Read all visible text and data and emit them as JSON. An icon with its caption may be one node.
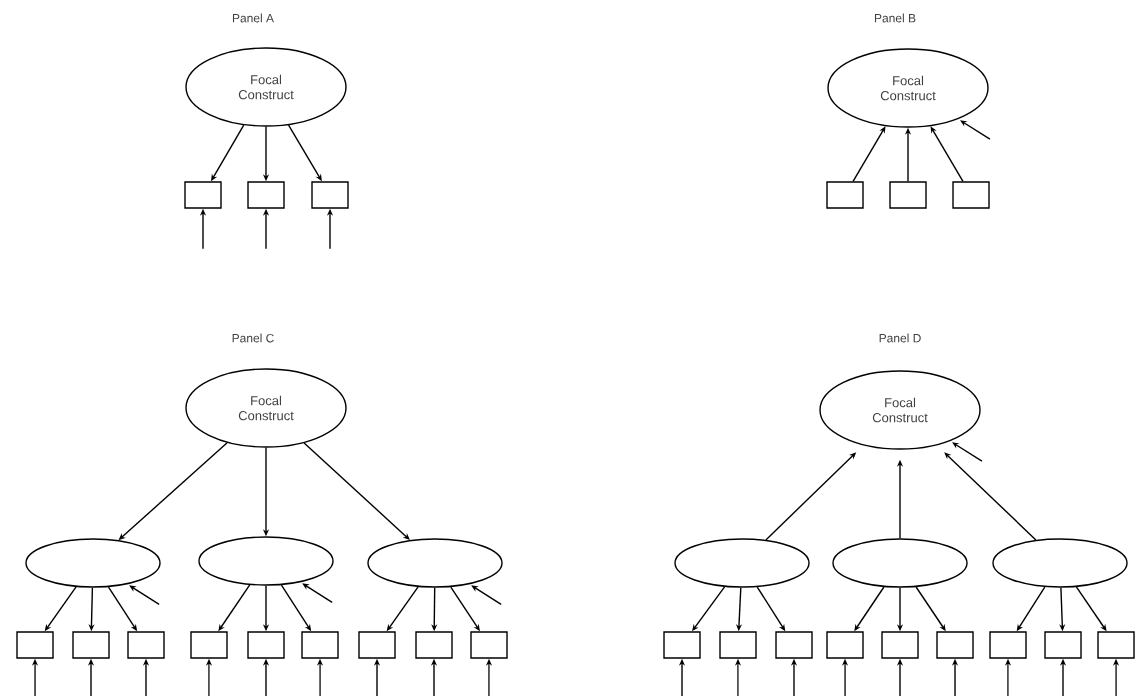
{
  "diagram": {
    "nodes": [
      {
        "text": [
          "Focal Construct"
        ]
      },
      {
        "text": [],
        "shape": "box"
      },
      {
        "text": [],
        "shape": "box"
      },
      {
        "text": [],
        "shape": "box"
      },
      {
        "text": [
          "Focal Construct"
        ]
      },
      {
        "text": [],
        "shape": "box"
      },
      {
        "text": [],
        "shape": "box"
      },
      {
        "text": [],
        "shape": "box"
      },
      {
        "text": [
          "Focal Construct"
        ]
      },
      {
        "text": [],
        "shape": "ellipse"
      },
      {
        "text": [],
        "shape": "ellipse"
      },
      {
        "text": [],
        "shape": "ellipse"
      },
      {
        "text": [],
        "shape": "box"
      },
      {
        "text": [],
        "shape": "box"
      },
      {
        "text": [],
        "shape": "box"
      },
      {
        "text": [],
        "shape": "box"
      },
      {
        "text": [],
        "shape": "box"
      },
      {
        "text": [],
        "shape": "box"
      },
      {
        "text": [],
        "shape": "box"
      },
      {
        "text": [],
        "shape": "box"
      },
      {
        "text": [],
        "shape": "box"
      },
      {
        "text": [
          "Focal Construct"
        ]
      },
      {
        "text": [],
        "shape": "ellipse"
      },
      {
        "text": [],
        "shape": "ellipse"
      },
      {
        "text": [],
        "shape": "ellipse"
      },
      {
        "text": [],
        "shape": "box"
      },
      {
        "text": [],
        "shape": "box"
      },
      {
        "text": [],
        "shape": "box"
      },
      {
        "text": [],
        "shape": "box"
      },
      {
        "text": [],
        "shape": "box"
      },
      {
        "text": [],
        "shape": "box"
      },
      {
        "text": [],
        "shape": "box"
      },
      {
        "text": [],
        "shape": "box"
      },
      {
        "text": [],
        "shape": "box"
      }
    ],
    "edges": [
      {
        "from": 0,
        "to": 1,
        "arrow": "to"
      },
      {
        "from": 0,
        "to": 2,
        "arrow": "to"
      },
      {
        "from": 0,
        "to": 3,
        "arrow": "to"
      },
      {
        "from": null,
        "to": 1,
        "arrow": "to"
      },
      {
        "from": null,
        "to": 2,
        "arrow": "to"
      },
      {
        "from": null,
        "to": 3,
        "arrow": "to"
      },
      {
        "from": 5,
        "to": 4,
        "arrow": "to"
      },
      {
        "from": 6,
        "to": 4,
        "arrow": "to"
      },
      {
        "from": 7,
        "to": 4,
        "arrow": "to"
      },
      {
        "from": null,
        "to": 4,
        "arrow": "to"
      },
      {
        "from": 8,
        "to": 9,
        "arrow": "to"
      },
      {
        "from": 8,
        "to": 10,
        "arrow": "to"
      },
      {
        "from": 8,
        "to": 11,
        "arrow": "to"
      },
      {
        "from": null,
        "to": 9,
        "arrow": "to"
      },
      {
        "from": null,
        "to": 10,
        "arrow": "to"
      },
      {
        "from": null,
        "to": 11,
        "arrow": "to"
      },
      {
        "from": 9,
        "to": 12,
        "arrow": "to"
      },
      {
        "from": 9,
        "to": 13,
        "arrow": "to"
      },
      {
        "from": 9,
        "to": 14,
        "arrow": "to"
      },
      {
        "from": 10,
        "to": 15,
        "arrow": "to"
      },
      {
        "from": 10,
        "to": 16,
        "arrow": "to"
      },
      {
        "from": 10,
        "to": 17,
        "arrow": "to"
      },
      {
        "from": 11,
        "to": 18,
        "arrow": "to"
      },
      {
        "from": 11,
        "to": 19,
        "arrow": "to"
      },
      {
        "from": 11,
        "to": 20,
        "arrow": "to"
      },
      {
        "from": null,
        "to": 12,
        "arrow": "to"
      },
      {
        "from": null,
        "to": 13,
        "arrow": "to"
      },
      {
        "from": null,
        "to": 14,
        "arrow": "to"
      },
      {
        "from": null,
        "to": 15,
        "arrow": "to"
      },
      {
        "from": null,
        "to": 16,
        "arrow": "to"
      },
      {
        "from": null,
        "to": 17,
        "arrow": "to"
      },
      {
        "from": null,
        "to": 18,
        "arrow": "to"
      },
      {
        "from": null,
        "to": 19,
        "arrow": "to"
      },
      {
        "from": null,
        "to": 20,
        "arrow": "to"
      },
      {
        "from": 22,
        "to": 21,
        "arrow": "to"
      },
      {
        "from": 23,
        "to": 21,
        "arrow": "to"
      },
      {
        "from": 24,
        "to": 21,
        "arrow": "to"
      },
      {
        "from": null,
        "to": 21,
        "arrow": "to"
      },
      {
        "from": 22,
        "to": 25,
        "arrow": "to"
      },
      {
        "from": 22,
        "to": 26,
        "arrow": "to"
      },
      {
        "from": 22,
        "to": 27,
        "arrow": "to"
      },
      {
        "from": 23,
        "to": 28,
        "arrow": "to"
      },
      {
        "from": 23,
        "to": 29,
        "arrow": "to"
      },
      {
        "from": 23,
        "to": 30,
        "arrow": "to"
      },
      {
        "from": 24,
        "to": 31,
        "arrow": "to"
      },
      {
        "from": 24,
        "to": 32,
        "arrow": "to"
      },
      {
        "from": 24,
        "to": 33,
        "arrow": "to"
      },
      {
        "from": null,
        "to": 25,
        "arrow": "to"
      },
      {
        "from": null,
        "to": 26,
        "arrow": "to"
      },
      {
        "from": null,
        "to": 27,
        "arrow": "to"
      },
      {
        "from": null,
        "to": 28,
        "arrow": "to"
      },
      {
        "from": null,
        "to": 29,
        "arrow": "to"
      },
      {
        "from": null,
        "to": 30,
        "arrow": "to"
      },
      {
        "from": null,
        "to": 31,
        "arrow": "to"
      },
      {
        "from": null,
        "to": 32,
        "arrow": "to"
      },
      {
        "from": null,
        "to": 33,
        "arrow": "to"
      }
    ],
    "labels": [
      "Panel A",
      "Panel B",
      "Panel C",
      "Panel D"
    ]
  }
}
